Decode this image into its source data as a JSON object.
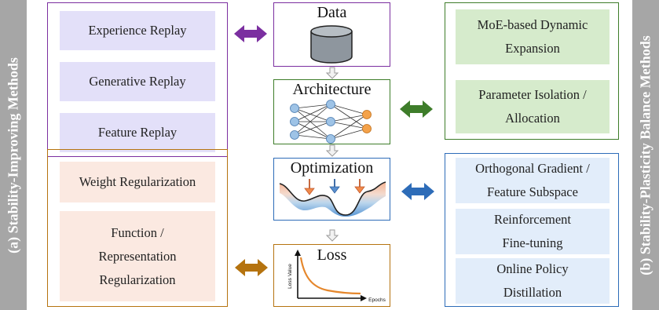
{
  "left_sidebar": {
    "label": "(a) Stability-Improving Methods"
  },
  "right_sidebar": {
    "label": "(b) Stability-Plasticity  Balance Methods"
  },
  "replay_group": {
    "color": "#7b2fa0",
    "items": [
      "Experience Replay",
      "Generative Replay",
      "Feature Replay"
    ]
  },
  "regularization_group": {
    "color": "#b5730f",
    "items": [
      "Weight Regularization",
      "Function /\nRepresentation\nRegularization"
    ]
  },
  "expansion_group": {
    "color": "#3e7d2a",
    "items": [
      "MoE-based Dynamic\nExpansion",
      "Parameter Isolation /\nAllocation"
    ]
  },
  "optimization_group": {
    "color": "#2d6cb8",
    "items": [
      "Orthogonal Gradient /\nFeature  Subspace",
      "Reinforcement\nFine-tuning",
      "Online Policy\nDistillation"
    ]
  },
  "center": {
    "data_title": "Data",
    "architecture_title": "Architecture",
    "optimization_title": "Optimization",
    "loss_title": "Loss",
    "loss_ylabel": "Loss Value",
    "loss_xlabel": "Epochs"
  }
}
